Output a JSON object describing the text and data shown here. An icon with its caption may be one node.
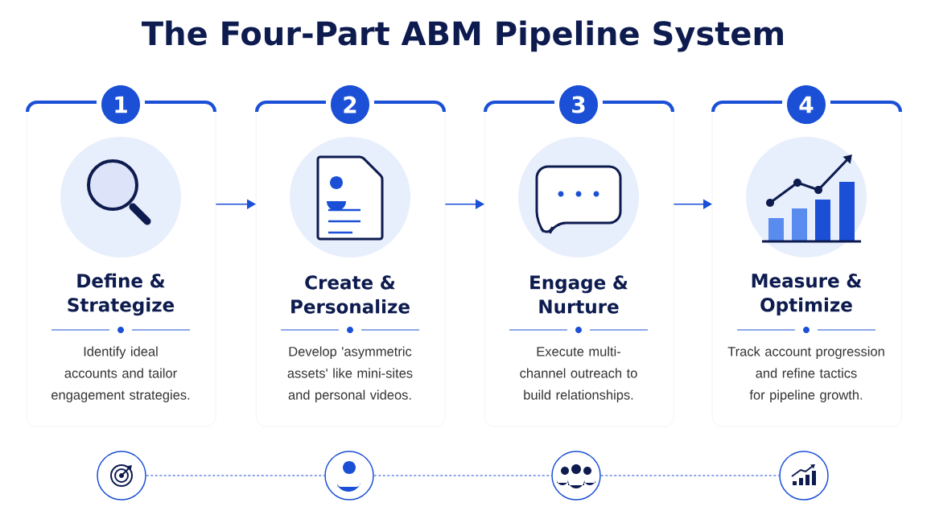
{
  "diagram": {
    "title": "The Four-Part ABM Pipeline System",
    "nodes": [
      {
        "text": [
          "1",
          "Define & Strategize",
          "Identify ideal accounts and tailor engagement strategies."
        ]
      },
      {
        "text": [
          "2",
          "Create & Personalize",
          "Develop 'asymmetric assets' like mini-sites and personal videos."
        ]
      },
      {
        "text": [
          "3",
          "Engage & Nurture",
          "Execute multi-channel outreach to build relationships."
        ]
      },
      {
        "text": [
          "4",
          "Measure & Optimize",
          "Track account progression and refine tactics for pipeline growth."
        ]
      },
      {
        "text": [],
        "shape": "circle"
      },
      {
        "text": [],
        "shape": "circle"
      },
      {
        "text": [],
        "shape": "circle"
      },
      {
        "text": [],
        "shape": "circle"
      }
    ],
    "edges": [
      {
        "from": 0,
        "to": 1,
        "arrow": "to"
      },
      {
        "from": 1,
        "to": 2,
        "arrow": "to"
      },
      {
        "from": 2,
        "to": 3,
        "arrow": "to"
      },
      {
        "from": 4,
        "to": 5,
        "arrow": "none",
        "style": "dashed"
      },
      {
        "from": 5,
        "to": 6,
        "arrow": "none",
        "style": "dashed"
      },
      {
        "from": 6,
        "to": 7,
        "arrow": "none",
        "style": "dashed"
      }
    ]
  }
}
